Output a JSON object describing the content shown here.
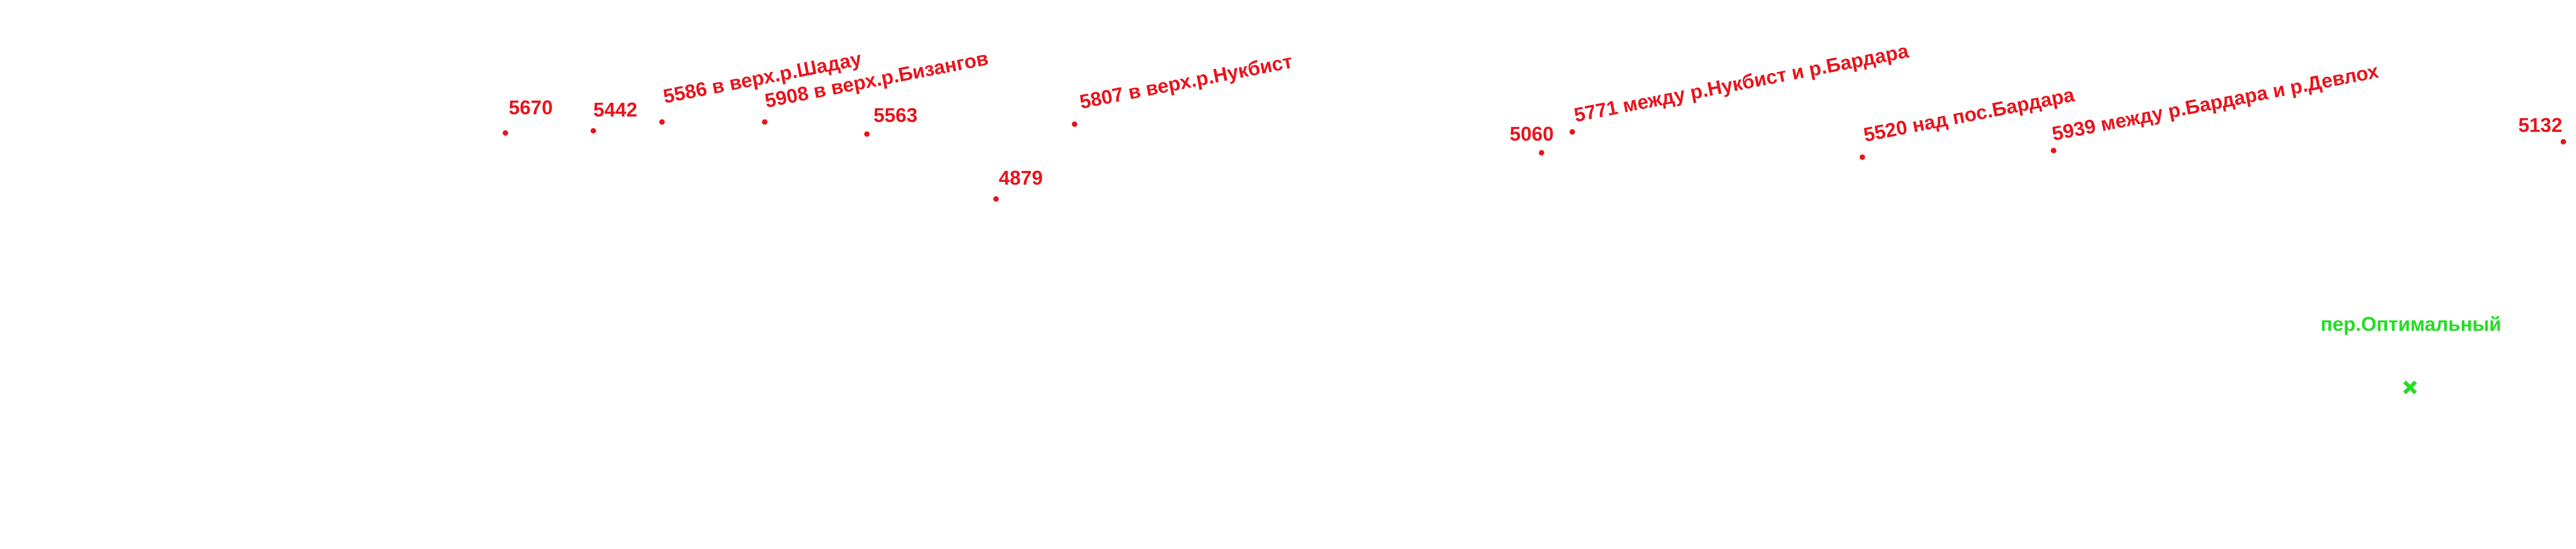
{
  "colors": {
    "peak": "#e8141c",
    "pass": "#22dd22"
  },
  "peaks": [
    {
      "id": "peak-5670",
      "label": "5670",
      "rotated": false
    },
    {
      "id": "peak-5442",
      "label": "5442",
      "rotated": false
    },
    {
      "id": "peak-5586",
      "label": "5586 в верх.р.Шадау",
      "rotated": true
    },
    {
      "id": "peak-5908",
      "label": "5908 в верх.р.Бизангов",
      "rotated": true
    },
    {
      "id": "peak-5563",
      "label": "5563",
      "rotated": false
    },
    {
      "id": "peak-4879",
      "label": "4879",
      "rotated": false
    },
    {
      "id": "peak-5807",
      "label": "5807 в верх.р.Нукбист",
      "rotated": true
    },
    {
      "id": "peak-5060",
      "label": "5060",
      "rotated": false
    },
    {
      "id": "peak-5771",
      "label": "5771 между р.Нукбист и р.Бардара",
      "rotated": true
    },
    {
      "id": "peak-5520",
      "label": "5520 над пос.Бардара",
      "rotated": true
    },
    {
      "id": "peak-5939",
      "label": "5939 между р.Бардара и р.Девлох",
      "rotated": true
    },
    {
      "id": "peak-5132",
      "label": "5132",
      "rotated": false
    }
  ],
  "pass": {
    "label": "пер.Оптимальный",
    "marker": "cross-marker"
  }
}
